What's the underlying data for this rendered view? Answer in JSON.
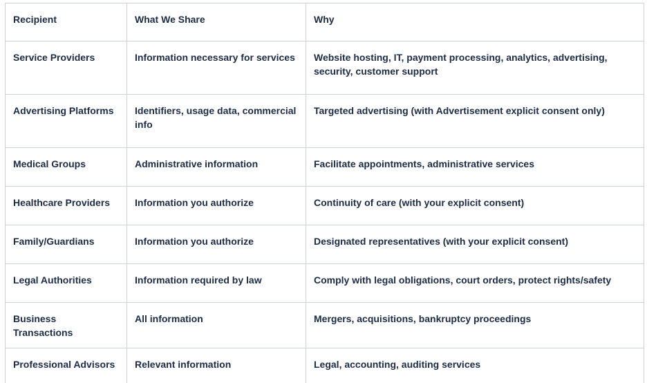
{
  "colors": {
    "text": "#1c2b46",
    "border": "#ccd1da",
    "background": "#ffffff"
  },
  "table": {
    "columns": [
      {
        "label": "Recipient"
      },
      {
        "label": "What We Share"
      },
      {
        "label": "Why"
      }
    ],
    "rows": [
      {
        "recipient": "Service Providers",
        "share": "Information necessary for services",
        "why": "Website hosting, IT, payment processing, analytics, advertising, security, customer support"
      },
      {
        "recipient": "Advertising Platforms",
        "share": "Identifiers, usage data, commercial info",
        "why": "Targeted advertising (with Advertisement explicit consent only)"
      },
      {
        "recipient": "Medical Groups",
        "share": "Administrative information",
        "why": "Facilitate appointments, administrative services"
      },
      {
        "recipient": "Healthcare Providers",
        "share": "Information you authorize",
        "why": "Continuity of care (with your explicit consent)"
      },
      {
        "recipient": "Family/Guardians",
        "share": "Information you authorize",
        "why": "Designated representatives (with your explicit consent)"
      },
      {
        "recipient": "Legal Authorities",
        "share": "Information required by law",
        "why": "Comply with legal obligations, court orders, protect rights/safety"
      },
      {
        "recipient": "Business Transactions",
        "share": "All information",
        "why": "Mergers, acquisitions, bankruptcy proceedings"
      },
      {
        "recipient": "Professional Advisors",
        "share": "Relevant information",
        "why": "Legal, accounting, auditing services"
      }
    ]
  }
}
